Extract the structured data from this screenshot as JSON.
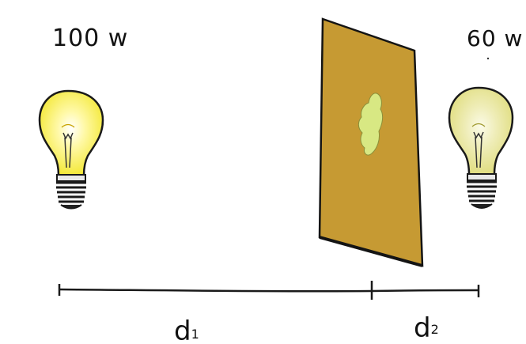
{
  "lamps": {
    "left": {
      "label": "100 w",
      "color": "#f2e629"
    },
    "right": {
      "label": "60 w",
      "color": "#e5e283"
    }
  },
  "screen": {
    "color": "#c69a33",
    "spot_color": "#d8e883"
  },
  "distances": {
    "d1_main": "d",
    "d1_sub": "1",
    "d2_main": "d",
    "d2_sub": "2"
  },
  "icons": [
    "light-bulb-icon",
    "grease-spot-screen"
  ]
}
